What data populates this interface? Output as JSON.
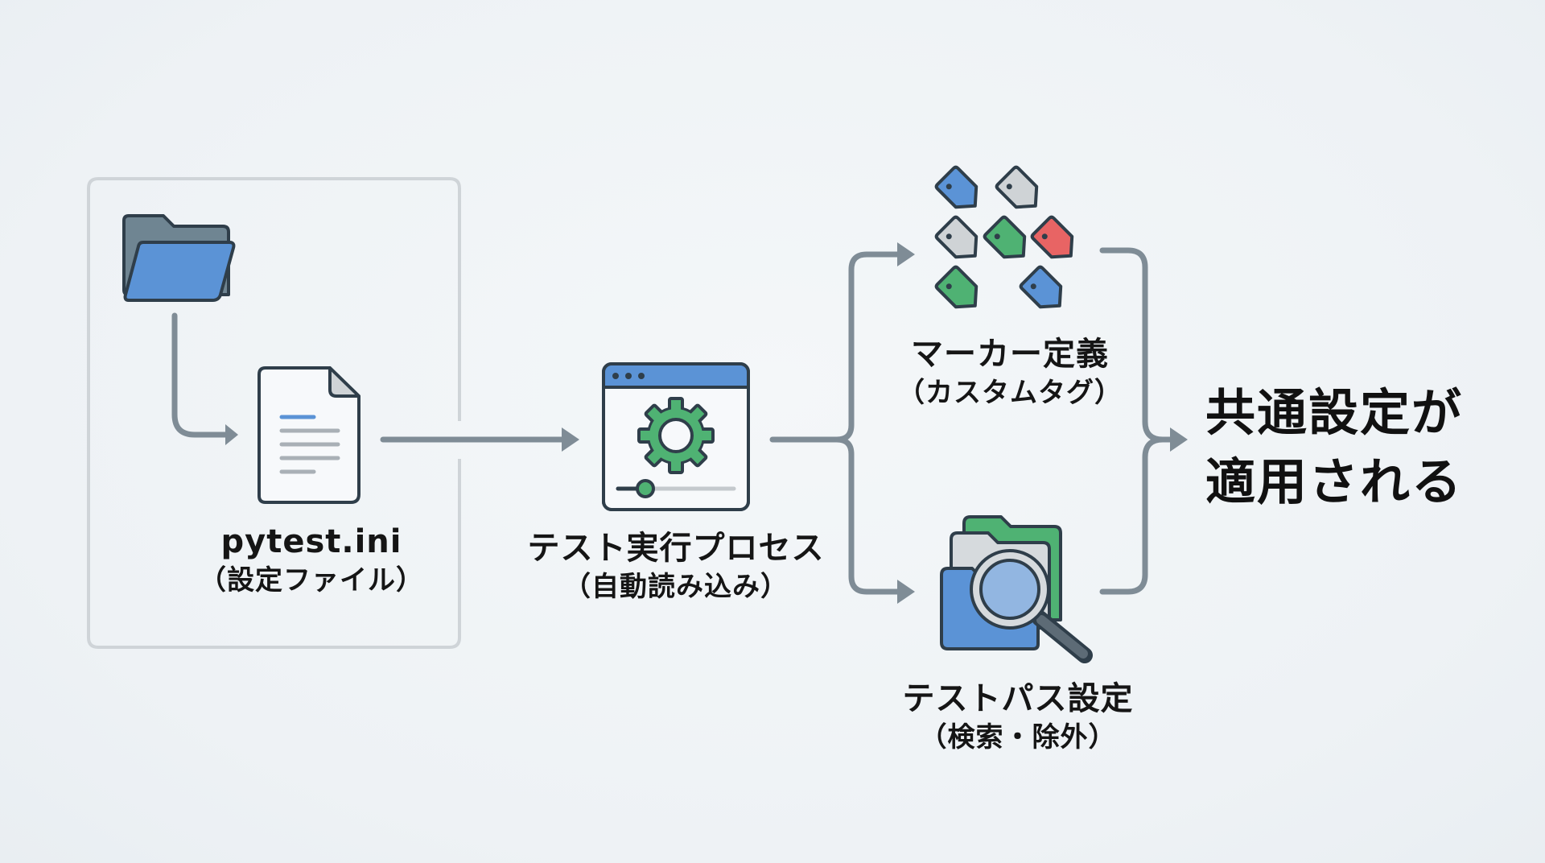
{
  "diagram": {
    "config_group": {
      "folder_icon": "folder-open-icon",
      "file_icon": "document-icon",
      "file_name": "pytest.ini",
      "file_caption": "（設定ファイル）"
    },
    "process": {
      "icon": "window-gear-icon",
      "title": "テスト実行プロセス",
      "caption": "（自動読み込み）"
    },
    "branches": [
      {
        "icon": "tags-icon",
        "title": "マーカー定義",
        "caption": "（カスタムタグ）"
      },
      {
        "icon": "folder-search-icon",
        "title": "テストパス設定",
        "caption": "（検索・除外）"
      }
    ],
    "result": {
      "line1": "共通設定が",
      "line2": "適用される"
    },
    "colors": {
      "background": "#eef2f5",
      "arrow": "#7f8c96",
      "outline": "#2f3e4a",
      "blue": "#5b93d6",
      "green": "#4fb273",
      "red": "#e86464",
      "gray": "#cfd3d6",
      "box_border": "#cfd4d8"
    }
  }
}
